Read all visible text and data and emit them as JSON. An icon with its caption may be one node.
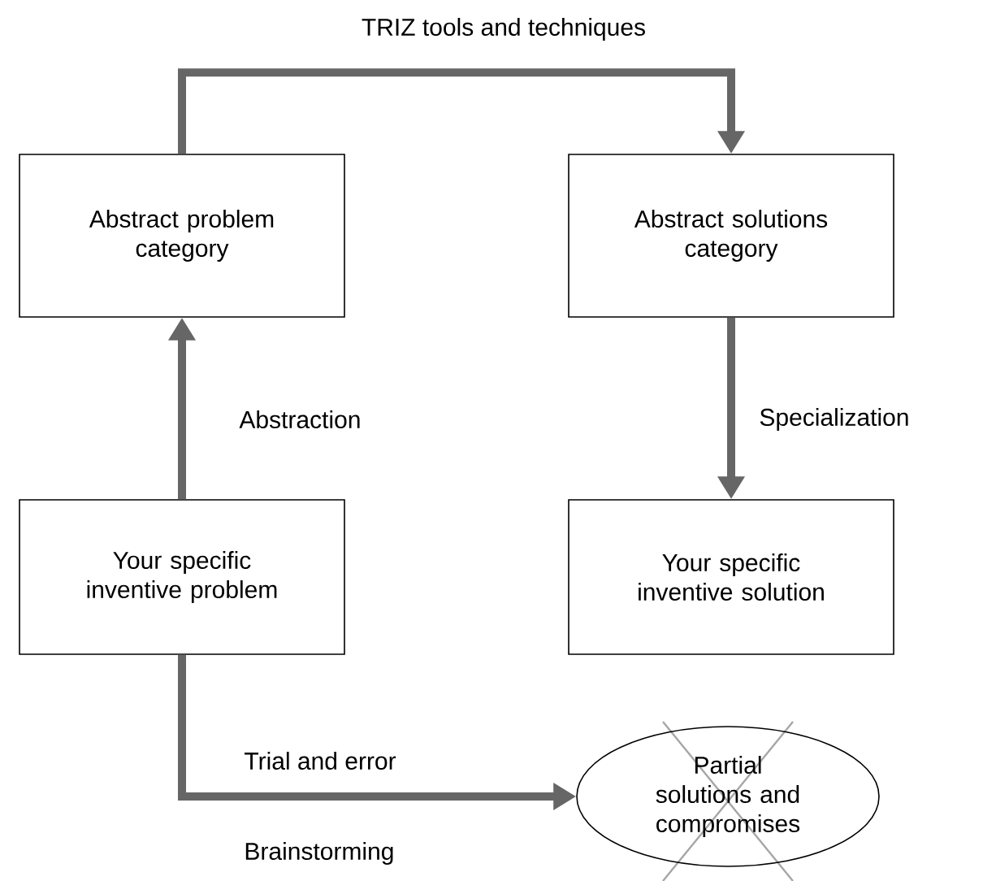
{
  "diagram": {
    "nodes": [
      {
        "text": [
          "Abstract problem category"
        ]
      },
      {
        "text": [
          "Abstract solutions category"
        ]
      },
      {
        "text": [
          "Your specific inventive problem"
        ]
      },
      {
        "text": [
          "Your specific inventive solution"
        ]
      },
      {
        "text": [
          "Partial solutions and compromises"
        ]
      }
    ],
    "edges": [
      {
        "from": 0,
        "to": 1,
        "arrow": "to",
        "label": "TRIZ tools and techniques"
      },
      {
        "from": 2,
        "to": 0,
        "arrow": "to",
        "label": "Abstraction"
      },
      {
        "from": 1,
        "to": 3,
        "arrow": "to",
        "label": "Specialization"
      },
      {
        "from": 2,
        "to": 4,
        "arrow": "to",
        "label": "Trial and error"
      }
    ],
    "labels": [
      "Brainstorming"
    ]
  }
}
